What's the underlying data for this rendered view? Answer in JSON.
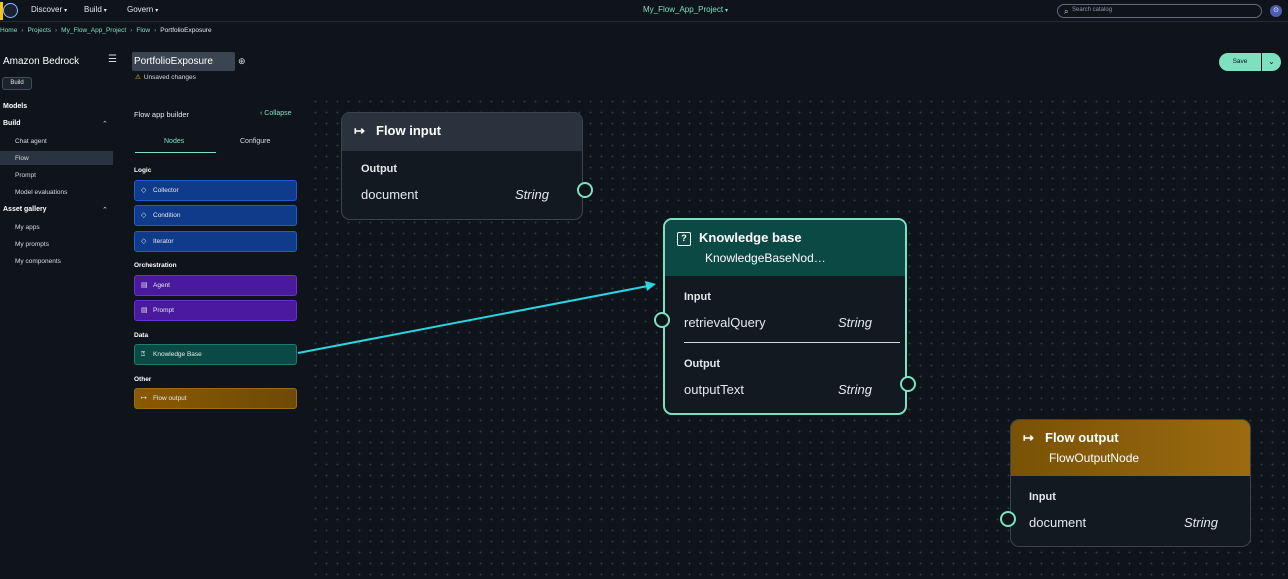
{
  "topnav": {
    "menus": [
      {
        "label": "Discover"
      },
      {
        "label": "Build"
      },
      {
        "label": "Govern"
      }
    ],
    "project": "My_Flow_App_Project",
    "search_placeholder": "Search catalog"
  },
  "breadcrumb": [
    "Home",
    "Projects",
    "My_Flow_App_Project",
    "Flow",
    "PortfolioExposure"
  ],
  "sidebar": {
    "title": "Amazon Bedrock",
    "badge": "Build",
    "models": "Models",
    "build_head": "Build",
    "build_items": [
      "Chat agent",
      "Flow",
      "Prompt",
      "Model evaluations"
    ],
    "gallery_head": "Asset gallery",
    "gallery_items": [
      "My apps",
      "My prompts",
      "My components"
    ]
  },
  "header": {
    "flow_name": "PortfolioExposure",
    "unsaved": "Unsaved changes",
    "save_label": "Save"
  },
  "panel": {
    "title": "Flow app builder",
    "collapse": "Collapse",
    "tabs": [
      "Nodes",
      "Configure"
    ],
    "groups": {
      "logic": "Logic",
      "orchestration": "Orchestration",
      "data": "Data",
      "other": "Other"
    },
    "logic_items": [
      "Collector",
      "Condition",
      "Iterator"
    ],
    "orch_items": [
      "Agent",
      "Prompt"
    ],
    "data_items": [
      "Knowledge Base"
    ],
    "other_items": [
      "Flow output"
    ]
  },
  "canvas": {
    "flow_input": {
      "title": "Flow input",
      "section": "Output",
      "field": "document",
      "type": "String"
    },
    "knowledge_base": {
      "title": "Knowledge base",
      "subtitle": "KnowledgeBaseNod…",
      "input_section": "Input",
      "input_field": "retrievalQuery",
      "input_type": "String",
      "output_section": "Output",
      "output_field": "outputText",
      "output_type": "String"
    },
    "flow_output": {
      "title": "Flow output",
      "subtitle": "FlowOutputNode",
      "section": "Input",
      "field": "document",
      "type": "String"
    }
  },
  "colors": {
    "accent": "#7de1c0",
    "kb_header": "#0b4a44",
    "output_header": "#8a5a00",
    "edge": "#2ad4e0"
  }
}
